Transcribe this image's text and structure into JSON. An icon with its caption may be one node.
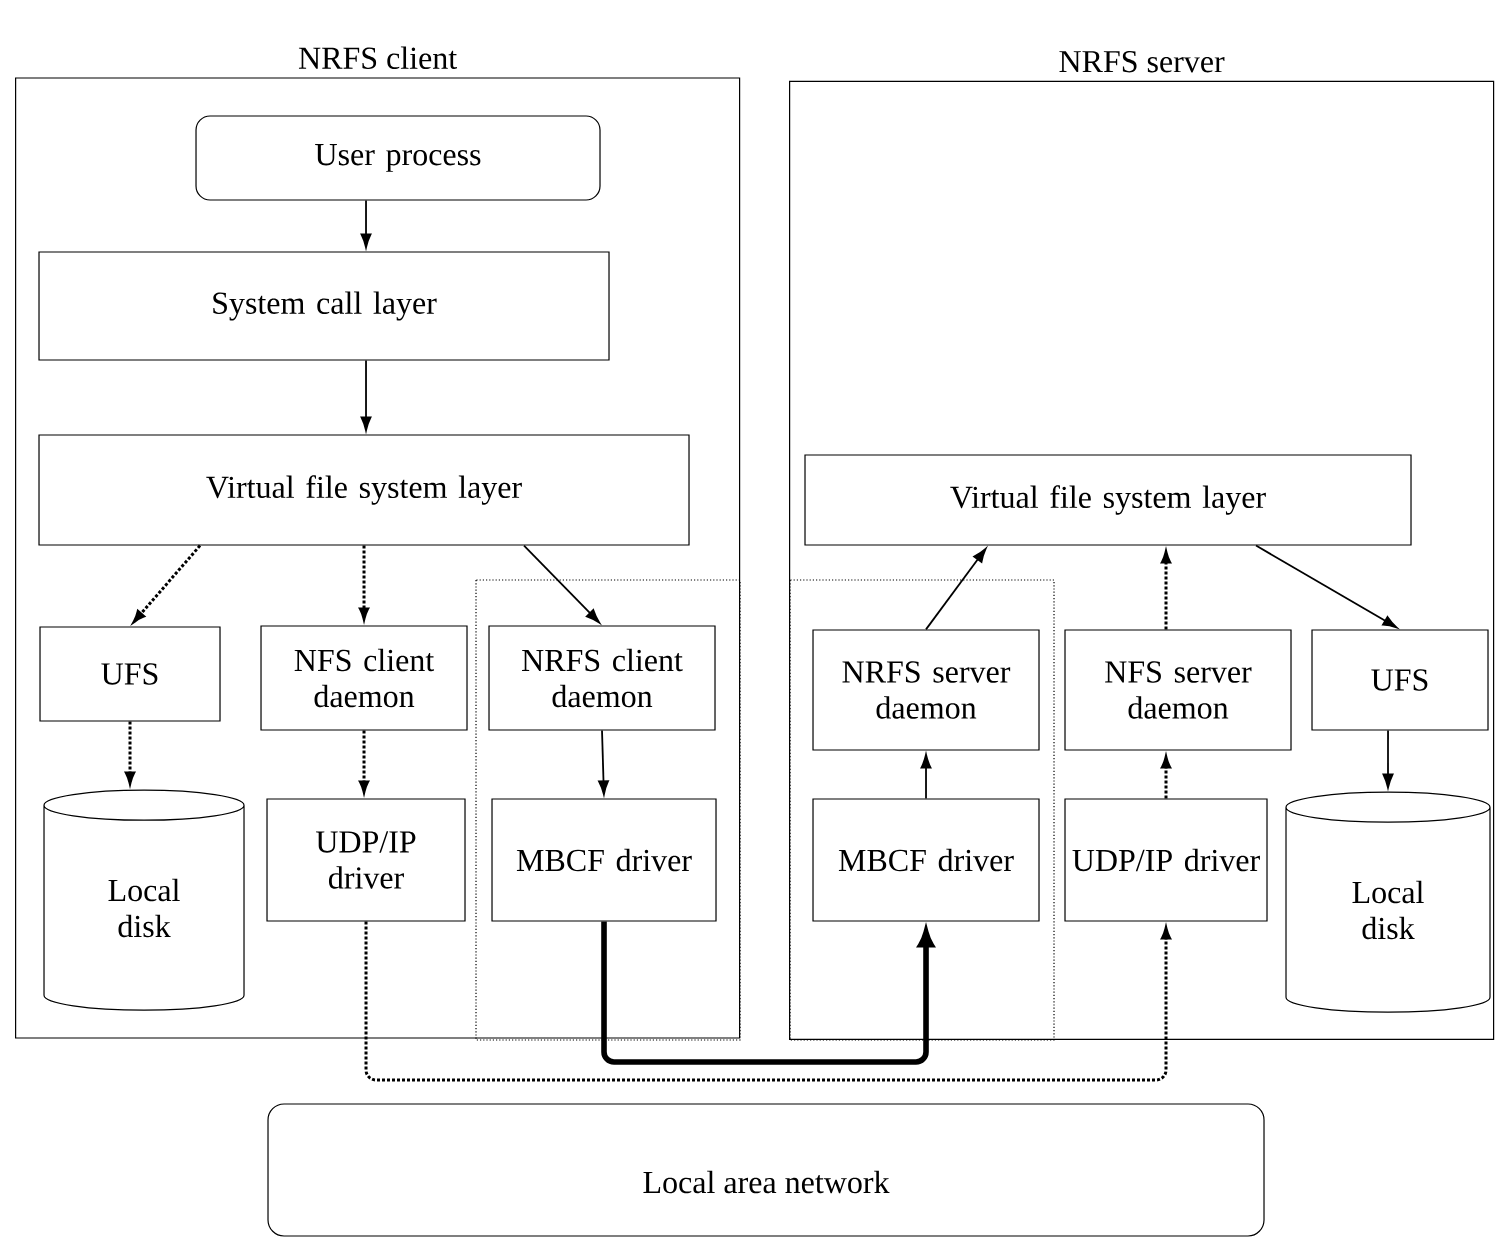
{
  "diagram": {
    "nodes": [
      {
        "text": [
          "NRFS client"
        ]
      },
      {
        "text": [
          "NRFS server"
        ]
      },
      {
        "text": [
          "User process"
        ],
        "in": 0
      },
      {
        "text": [
          "System call layer"
        ],
        "in": 0
      },
      {
        "text": [
          "Virtual file system layer"
        ],
        "in": 0
      },
      {
        "text": [
          "UFS"
        ],
        "in": 0
      },
      {
        "text": [
          "NFS client daemon"
        ],
        "in": 0
      },
      {
        "text": [
          "NRFS client daemon"
        ],
        "in": 0
      },
      {
        "text": [
          "Local disk"
        ],
        "in": 0
      },
      {
        "text": [
          "UDP/IP driver"
        ],
        "in": 0
      },
      {
        "text": [
          "MBCF driver"
        ],
        "in": 0
      },
      {
        "text": [
          "Virtual file system layer"
        ],
        "in": 1
      },
      {
        "text": [
          "NRFS server daemon"
        ],
        "in": 1
      },
      {
        "text": [
          "NFS server daemon"
        ],
        "in": 1
      },
      {
        "text": [
          "UFS"
        ],
        "in": 1
      },
      {
        "text": [
          "MBCF driver"
        ],
        "in": 1
      },
      {
        "text": [
          "UDP/IP driver"
        ],
        "in": 1
      },
      {
        "text": [
          "Local disk"
        ],
        "in": 1
      },
      {
        "text": [
          "Local area network"
        ]
      }
    ],
    "edges": [
      {
        "from": 2,
        "to": 3,
        "arrow": "to"
      },
      {
        "from": 3,
        "to": 4,
        "arrow": "to"
      },
      {
        "from": 4,
        "to": 5,
        "arrow": "to",
        "style": "dashed"
      },
      {
        "from": 4,
        "to": 6,
        "arrow": "to",
        "style": "dashed"
      },
      {
        "from": 4,
        "to": 7,
        "arrow": "to"
      },
      {
        "from": 5,
        "to": 8,
        "arrow": "to",
        "style": "dashed"
      },
      {
        "from": 6,
        "to": 9,
        "arrow": "to",
        "style": "dashed"
      },
      {
        "from": 7,
        "to": 10,
        "arrow": "to"
      },
      {
        "from": 10,
        "to": 15,
        "arrow": "to",
        "style": "thick"
      },
      {
        "from": 9,
        "to": 16,
        "arrow": "to",
        "style": "dashed"
      },
      {
        "from": 15,
        "to": 12,
        "arrow": "to"
      },
      {
        "from": 12,
        "to": 11,
        "arrow": "to"
      },
      {
        "from": 16,
        "to": 13,
        "arrow": "to",
        "style": "dashed"
      },
      {
        "from": 13,
        "to": 11,
        "arrow": "to",
        "style": "dashed"
      },
      {
        "from": 11,
        "to": 14,
        "arrow": "to"
      },
      {
        "from": 14,
        "to": 17,
        "arrow": "to"
      }
    ]
  }
}
